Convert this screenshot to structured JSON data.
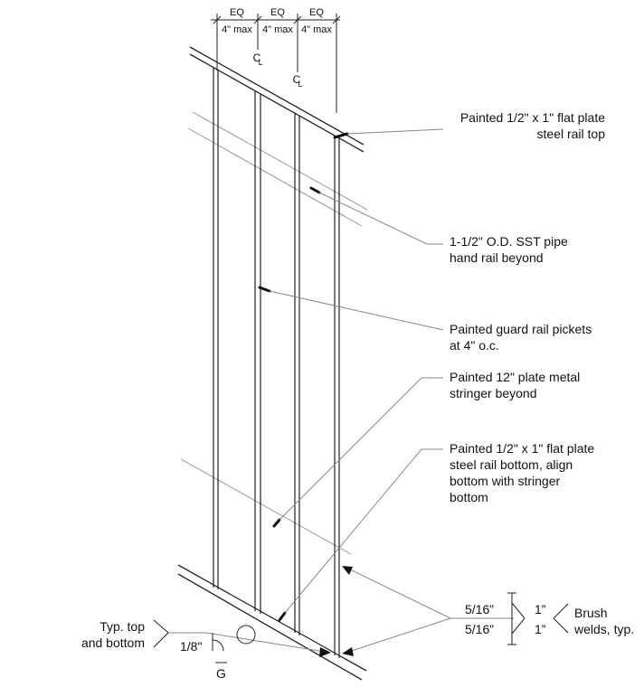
{
  "dimensions": {
    "eq_labels": [
      "EQ",
      "EQ",
      "EQ"
    ],
    "max_labels": [
      "4\" max",
      "4\" max",
      "4\" max"
    ],
    "centerline_symbol": "CL"
  },
  "callouts": {
    "rail_top": [
      "Painted 1/2\" x 1\" flat plate",
      "steel rail top"
    ],
    "pipe_hand_rail": [
      "1-1/2\" O.D. SST pipe",
      "hand rail beyond"
    ],
    "pickets": [
      "Painted guard rail pickets",
      "at 4\" o.c."
    ],
    "stringer": [
      "Painted 12\" plate metal",
      "stringer beyond"
    ],
    "rail_bottom": [
      "Painted 1/2\" x 1\" flat plate",
      "steel rail bottom, align",
      "bottom with stringer",
      "bottom"
    ]
  },
  "weld_right": {
    "size_top": "5/16”",
    "size_bottom": "5/16”",
    "length_top": "1”",
    "length_bottom": "1”",
    "note": [
      "Brush",
      "welds, typ."
    ]
  },
  "weld_left": {
    "note": [
      "Typ. top",
      "and bottom"
    ],
    "size": "1/8\"",
    "finish": "G"
  },
  "colors": {
    "line": "#222222",
    "leader": "#888888",
    "text": "#111111"
  }
}
